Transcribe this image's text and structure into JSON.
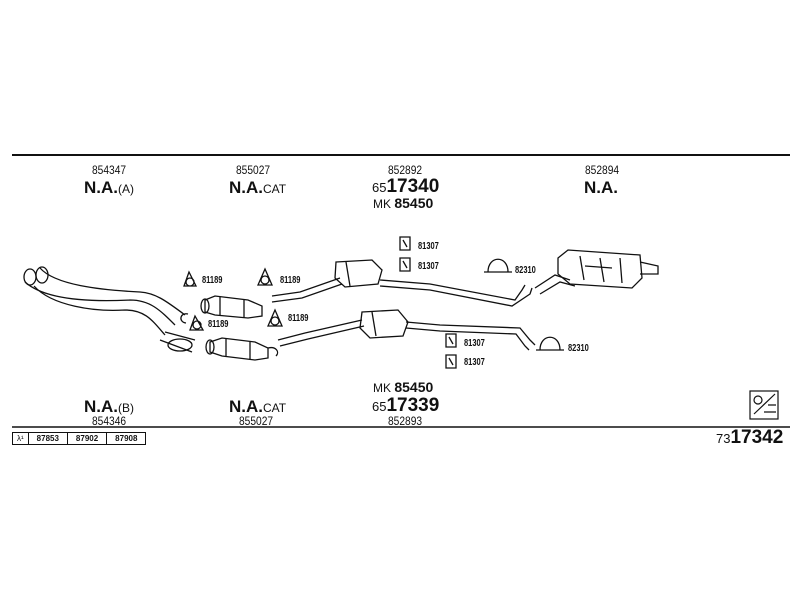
{
  "top_labels": {
    "col1_part": "854347",
    "col1_na": "N.A.",
    "col1_suffix": "(A)",
    "col2_part": "855027",
    "col2_na": "N.A.",
    "col2_suffix": "CAT",
    "col3_part": "852892",
    "col3_prefix": "65",
    "col3_code": "17340",
    "col3_mk": "MK",
    "col3_mk_code": "85450",
    "col4_part": "852894",
    "col4_na": "N.A."
  },
  "bottom_labels": {
    "col1_na": "N.A.",
    "col1_suffix": "(B)",
    "col1_part": "854346",
    "col2_na": "N.A.",
    "col2_suffix": "CAT",
    "col2_part": "855027",
    "col3_mk": "MK",
    "col3_mk_code": "85450",
    "col3_prefix": "65",
    "col3_code": "17339",
    "col3_part": "852893"
  },
  "parts": {
    "gasket_a": "81189",
    "gasket_b": "81189",
    "gasket_c": "81189",
    "gasket_d": "81189",
    "mount_a": "81307",
    "mount_b": "81307",
    "mount_c": "81307",
    "mount_d": "81307",
    "clamp_a": "82310",
    "clamp_b": "82310"
  },
  "ref_table": [
    "λ¹",
    "87853",
    "87902",
    "87908"
  ],
  "diagram_id": {
    "prefix": "73",
    "code": "17342"
  }
}
